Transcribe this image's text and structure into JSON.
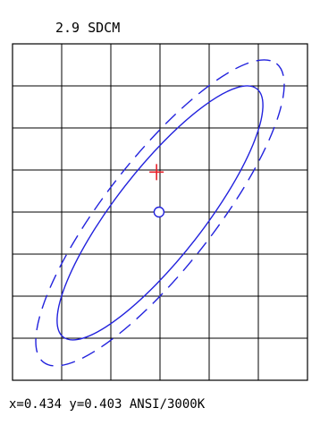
{
  "title": "2.9 SDCM",
  "readout": "x=0.434 y=0.403 ANSI/3000K",
  "chart_data": {
    "type": "scatter",
    "title": "2.9 SDCM",
    "grid": true,
    "grid_divisions": {
      "columns": 6,
      "rows": 8
    },
    "x_range": [
      0,
      6
    ],
    "y_range": [
      0,
      8
    ],
    "series": [
      {
        "kind": "ellipse",
        "style": "solid",
        "center": [
          3.0,
          3.98
        ],
        "semi_axes": [
          3.2,
          1.05
        ],
        "rotation_deg": 52
      },
      {
        "kind": "ellipse",
        "style": "dashed",
        "center": [
          3.0,
          3.98
        ],
        "semi_axes": [
          3.85,
          1.3
        ],
        "rotation_deg": 52
      }
    ],
    "markers": [
      {
        "kind": "cross",
        "color": "#e8202a",
        "point": [
          2.93,
          4.95
        ]
      },
      {
        "kind": "open-circle",
        "color": "#2222dd",
        "point": [
          2.98,
          4.0
        ]
      }
    ],
    "colors": {
      "ellipse": "#2222dd",
      "cross": "#e8202a",
      "grid": "#000000"
    }
  }
}
